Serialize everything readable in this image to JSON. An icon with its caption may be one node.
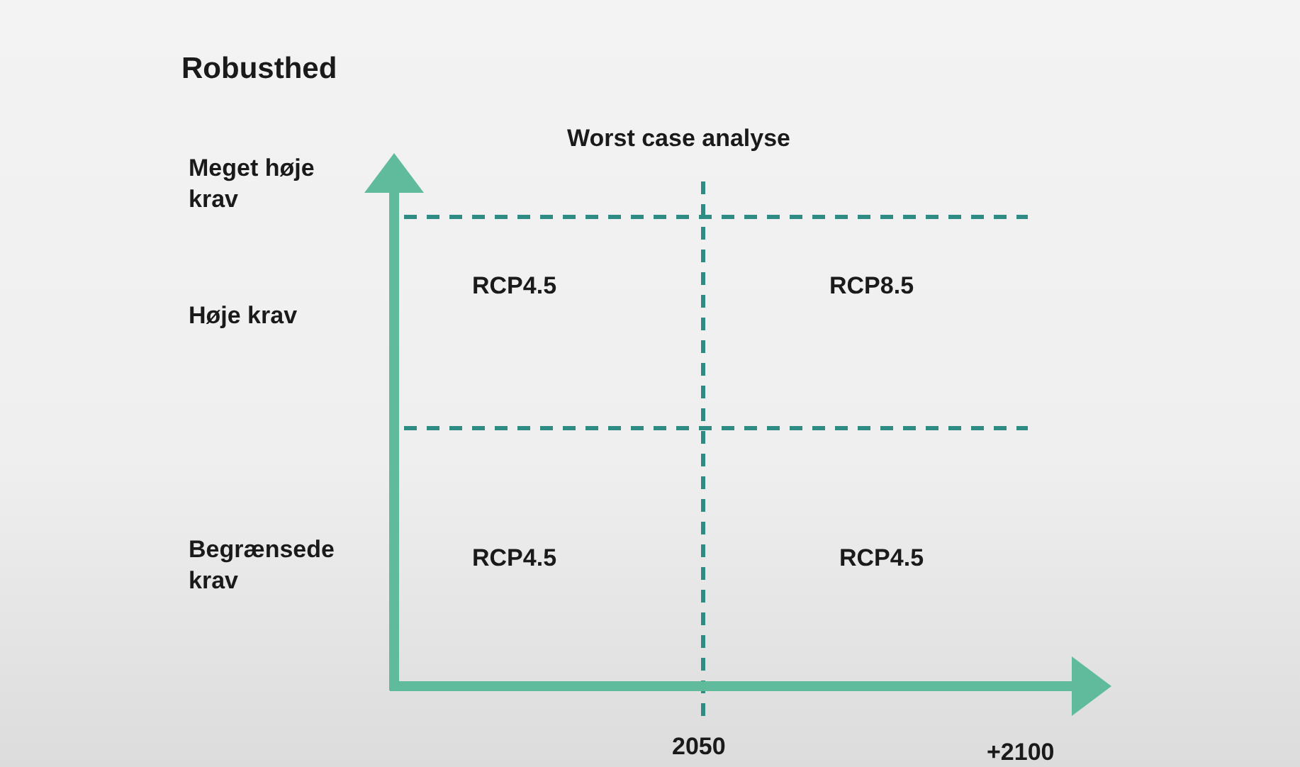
{
  "diagram": {
    "title": "Robusthed",
    "labels": [
      "Worst case analyse",
      "Meget høje krav",
      "Høje krav",
      "RCP4.5",
      "RCP8.5",
      "Begrænsede krav",
      "RCP4.5",
      "RCP4.5",
      "2050",
      "+2100"
    ]
  }
}
